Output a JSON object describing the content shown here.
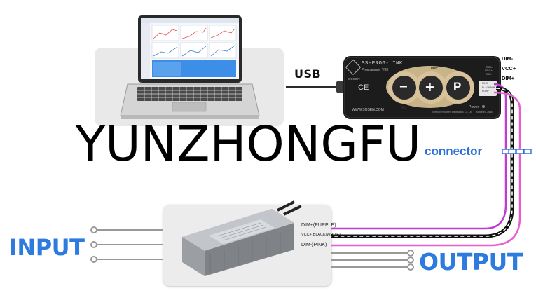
{
  "labels": {
    "usb": "USB",
    "watermark": "YUNZHONGFU",
    "connector": "connector",
    "input": "INPUT",
    "output": "OUTPUT"
  },
  "programmer": {
    "brand": "SS-PROG-LINK",
    "model": "Programmer V03",
    "website": "WWW.SOSEN.COM",
    "company": "Shenzhen Sosen Electronics Co.,Ltd",
    "origin": "Made in China",
    "power_label": "Power",
    "min_label": "Min",
    "max_label": "Max",
    "button_minus": "−",
    "button_plus": "+",
    "button_p": "P",
    "ce_mark": "CE",
    "logo_text": "SOSEN",
    "pins": [
      "DIM-",
      "VCC+",
      "DIM+"
    ],
    "inner_pins": [
      "DIM-",
      "VCC+",
      "DIM+"
    ],
    "port_labels": [
      "PINK",
      "BLACK/WH",
      "PURP"
    ]
  },
  "driver": {
    "pins": [
      "DIM+(PURPLE)",
      "VCC+(BLACK/WHITE)",
      "DIM-(PINK)"
    ]
  },
  "colors": {
    "label_blue": "#2e7be0",
    "wire_purple": "#c03bd4",
    "wire_pink": "#e55fcf",
    "cable_black": "#111111"
  }
}
